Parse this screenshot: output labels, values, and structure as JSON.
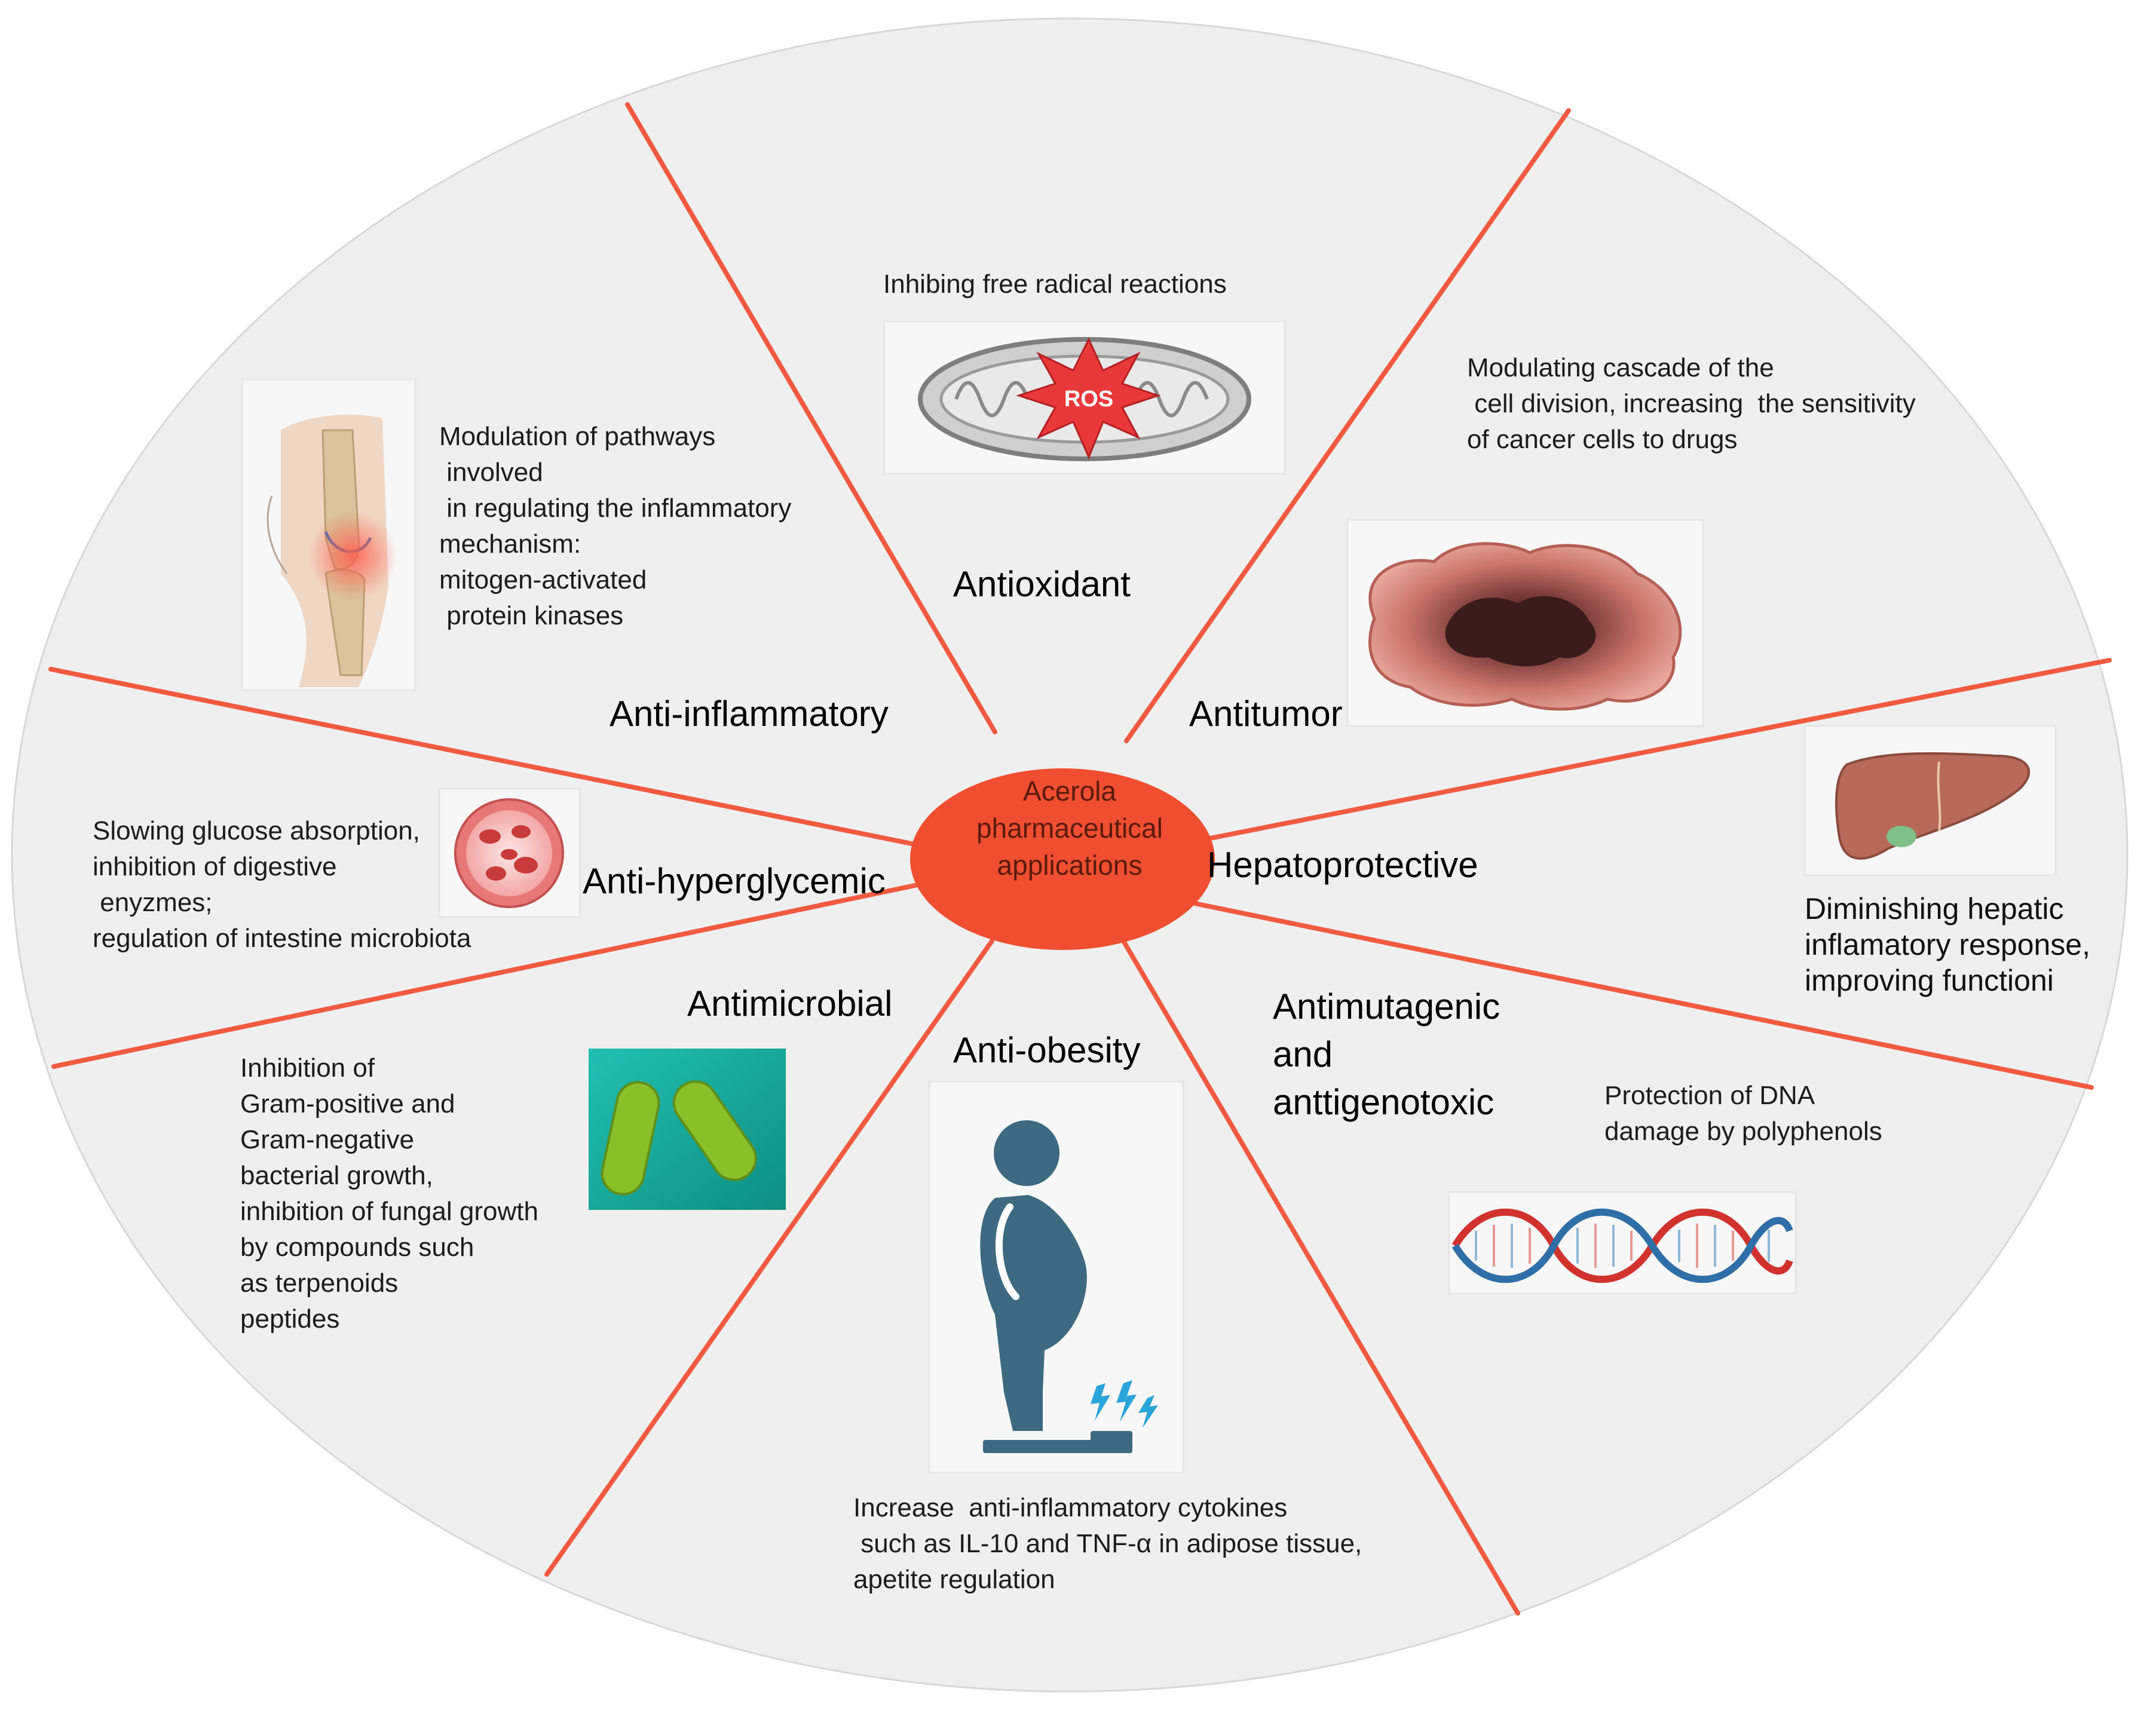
{
  "center": {
    "lines": [
      "Acerola",
      "pharmaceutical",
      "applications"
    ]
  },
  "categories": [
    {
      "id": "antioxidant",
      "label": "Antioxidant",
      "description": [
        "Inhibing free radical reactions"
      ]
    },
    {
      "id": "antitumor",
      "label": "Antitumor",
      "description": [
        "Modulating cascade of the",
        " cell division, increasing  the sensitivity",
        "of cancer cells to drugs"
      ]
    },
    {
      "id": "hepatoprotective",
      "label": "Hepatoprotective",
      "description": [
        "Diminishing hepatic",
        "inflamatory response,",
        "improving functioni"
      ]
    },
    {
      "id": "antimutagenic",
      "label": [
        "Antimutagenic",
        "and",
        "anttigenotoxic"
      ],
      "description": [
        "Protection of DNA",
        "damage by polyphenols"
      ]
    },
    {
      "id": "anti-obesity",
      "label": "Anti-obesity",
      "description": [
        "Increase  anti-inflammatory cytokines",
        " such as IL-10 and TNF-α in adipose tissue,",
        "apetite regulation"
      ]
    },
    {
      "id": "antimicrobial",
      "label": "Antimicrobial",
      "description": [
        "Inhibition of",
        "Gram-positive and",
        "Gram-negative",
        "bacterial growth,",
        "inhibition of fungal growth",
        "by compounds such",
        "as terpenoids",
        "peptides"
      ]
    },
    {
      "id": "anti-hyperglycemic",
      "label": "Anti-hyperglycemic",
      "description": [
        "Slowing glucose absorption,",
        "inhibition of digestive",
        " enyzmes;",
        "regulation of intestine microbiota"
      ]
    },
    {
      "id": "anti-inflammatory",
      "label": "Anti-inflammatory",
      "description": [
        "Modulation of pathways",
        " involved",
        " in regulating the inflammatory",
        "mechanism:",
        "mitogen-activated",
        " protein kinases"
      ]
    }
  ],
  "icons": {
    "ros_label": "ROS",
    "names": [
      "mitochondria-ros-icon",
      "tumor-icon",
      "liver-icon",
      "dna-icon",
      "obesity-scale-icon",
      "bacteria-icon",
      "blood-vessel-icon",
      "knee-joint-icon"
    ]
  },
  "colors": {
    "background_ellipse": "#efefef",
    "divider": "#f15a40",
    "center_ellipse": "#f04e30",
    "ros_star": "#e8383a",
    "dna_red": "#d2322d",
    "dna_blue": "#2e6fa8",
    "silhouette": "#3d6a80",
    "lightning": "#2aa5d8",
    "bacteria_bg": "#1aa89a",
    "bacteria": "#8bbf2a",
    "liver": "#b7695a"
  }
}
